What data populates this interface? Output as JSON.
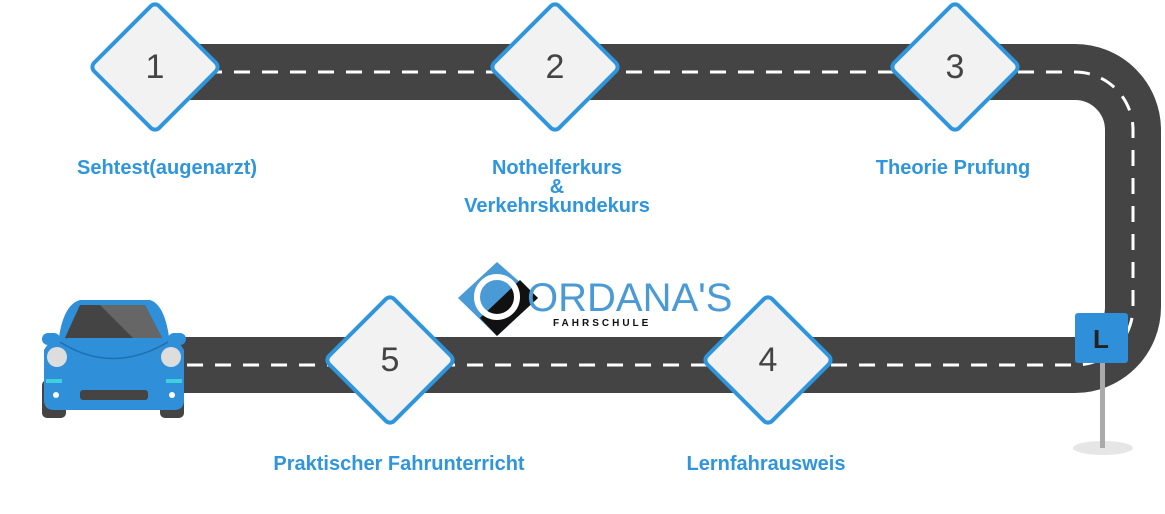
{
  "steps": [
    {
      "number": "1",
      "label": "Sehtest(augenarzt)"
    },
    {
      "number": "2",
      "label": "Nothelferkurs",
      "label2": "&",
      "label3": "Verkehrskundekurs"
    },
    {
      "number": "3",
      "label": "Theorie Prufung"
    },
    {
      "number": "4",
      "label": "Lernfahrausweis"
    },
    {
      "number": "5",
      "label": "Praktischer Fahrunterricht"
    }
  ],
  "logo": {
    "name": "GORDANA'S",
    "sub": "FAHRSCHULE"
  },
  "sign": {
    "letter": "L"
  },
  "colors": {
    "accent": "#2f95dc",
    "road": "#444444",
    "diamond_fill": "#f2f2f2"
  }
}
